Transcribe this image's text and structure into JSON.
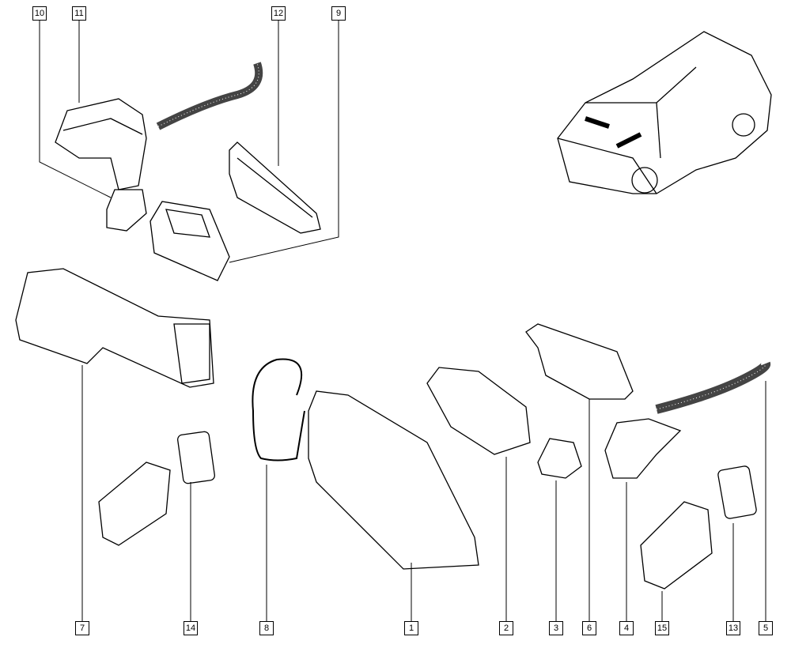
{
  "callouts": [
    {
      "id": "10",
      "label": "10"
    },
    {
      "id": "11",
      "label": "11"
    },
    {
      "id": "12",
      "label": "12"
    },
    {
      "id": "9",
      "label": "9"
    },
    {
      "id": "7",
      "label": "7"
    },
    {
      "id": "14",
      "label": "14"
    },
    {
      "id": "8",
      "label": "8"
    },
    {
      "id": "1",
      "label": "1"
    },
    {
      "id": "2",
      "label": "2"
    },
    {
      "id": "3",
      "label": "3"
    },
    {
      "id": "6",
      "label": "6"
    },
    {
      "id": "4",
      "label": "4"
    },
    {
      "id": "15",
      "label": "15"
    },
    {
      "id": "13",
      "label": "13"
    },
    {
      "id": "5",
      "label": "5"
    }
  ]
}
